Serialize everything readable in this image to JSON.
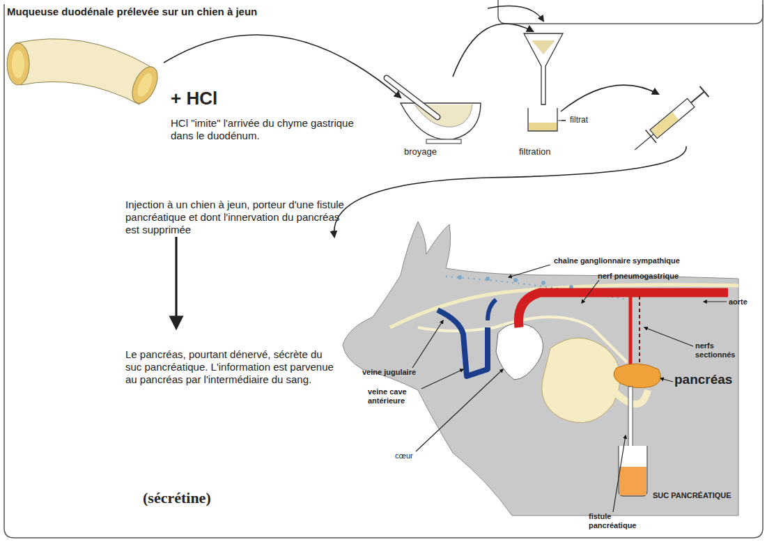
{
  "diagram": {
    "title": "Muqueuse duodénale prélevée sur un chien à jeun",
    "labels": [
      "+ HCl",
      "HCl \"imite\" l'arrivée du chyme gastrique dans le duodénum.",
      "broyage",
      "filtrat",
      "filtration",
      "Injection à un chien à jeun, porteur d'une fistule pancréatique et dont l'innervation du pancréas est supprimée",
      "Le pancréas, pourtant dénervé, sécrète du suc pancréatique. L'information est parvenue au pancréas par l'intermédiaire du sang.",
      "(sécrétine)",
      "chaîne ganglionnaire sympathique",
      "nerf pneumogastrique",
      "aorte",
      "nerfs sectionnés",
      "veine jugulaire",
      "veine cave antérieure",
      "cœur",
      "pancréas",
      "fistule pancréatique",
      "SUC PANCRÉATIQUE"
    ]
  }
}
